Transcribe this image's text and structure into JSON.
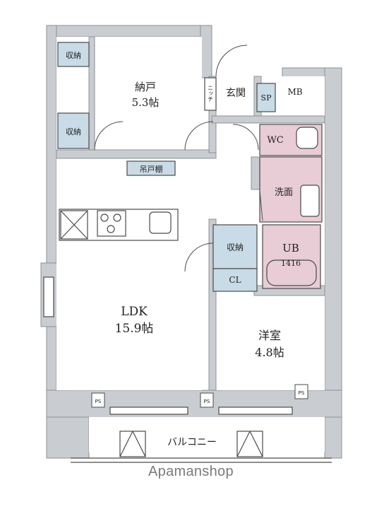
{
  "rooms": {
    "storage_top": {
      "name": "納戸",
      "size": "5.3帖"
    },
    "ldk": {
      "name": "LDK",
      "size": "15.9帖"
    },
    "western_room": {
      "name": "洋室",
      "size": "4.8帖"
    },
    "entrance": "玄関",
    "washroom": "洗面",
    "toilet": "WC",
    "bath": {
      "name": "UB",
      "size": "1416"
    },
    "balcony": "バルコニー"
  },
  "storage": {
    "shuno_1": "収納",
    "shuno_2": "収納",
    "shuno_3": "収納",
    "closet": "CL",
    "hanging_cabinet": "吊戸棚",
    "niche": "ニッチ",
    "shoe": "SP",
    "meter_box": "MB"
  },
  "ps_labels": [
    "PS",
    "PS",
    "PS"
  ],
  "watermark": "Apamanshop",
  "colors": {
    "wall": "#c9cdd1",
    "storage_fill": "#c9dbe6",
    "wet_fill": "#e8ccd6",
    "line": "#4a4a4a"
  }
}
